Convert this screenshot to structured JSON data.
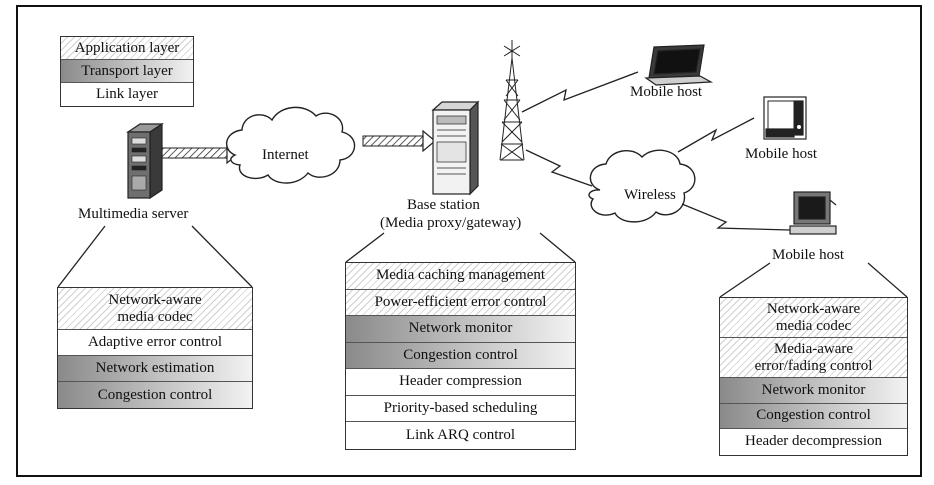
{
  "labels": {
    "internet": "Internet",
    "wireless": "Wireless",
    "multimedia_server": "Multimedia server",
    "base_station_line1": "Base station",
    "base_station_line2": "(Media proxy/gateway)",
    "mobile_host_top": "Mobile host",
    "mobile_host_middle": "Mobile host",
    "mobile_host_bottom": "Mobile host"
  },
  "legend": [
    {
      "label": "Application layer",
      "fill": "hatch"
    },
    {
      "label": "Transport layer",
      "fill": "shade"
    },
    {
      "label": "Link layer",
      "fill": "plain"
    }
  ],
  "server_stack": [
    {
      "label": "Network-aware media codec",
      "lines": [
        "Network-aware",
        "media codec"
      ],
      "fill": "hatch"
    },
    {
      "label": "Adaptive error control",
      "fill": "plain"
    },
    {
      "label": "Network estimation",
      "fill": "shade"
    },
    {
      "label": "Congestion control",
      "fill": "shade"
    }
  ],
  "base_stack": [
    {
      "label": "Media caching management",
      "fill": "hatch"
    },
    {
      "label": "Power-efficient error control",
      "fill": "hatch"
    },
    {
      "label": "Network monitor",
      "fill": "shade"
    },
    {
      "label": "Congestion control",
      "fill": "shade"
    },
    {
      "label": "Header compression",
      "fill": "plain"
    },
    {
      "label": "Priority-based scheduling",
      "fill": "plain"
    },
    {
      "label": "Link ARQ control",
      "fill": "plain"
    }
  ],
  "mobile_stack": [
    {
      "label": "Network-aware media codec",
      "lines": [
        "Network-aware",
        "media codec"
      ],
      "fill": "hatch"
    },
    {
      "label": "Media-aware error/fading control",
      "lines": [
        "Media-aware",
        "error/fading control"
      ],
      "fill": "hatch"
    },
    {
      "label": "Network monitor",
      "fill": "shade"
    },
    {
      "label": "Congestion control",
      "fill": "shade"
    },
    {
      "label": "Header decompression",
      "fill": "plain"
    }
  ]
}
